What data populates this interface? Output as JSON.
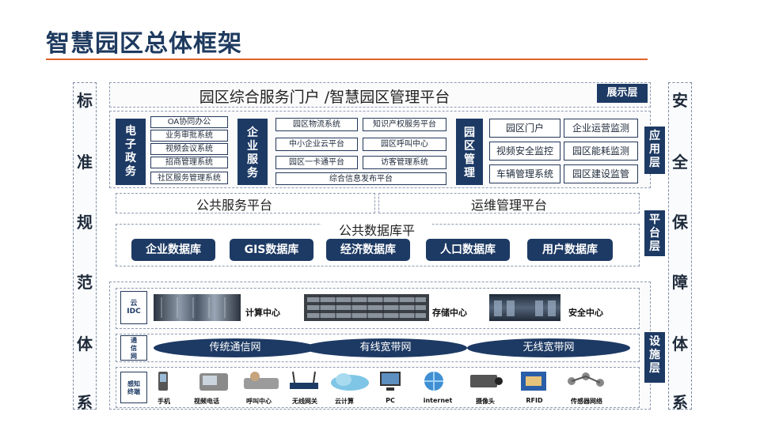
{
  "title": "智慧园区总体框架",
  "left_column": [
    "标",
    "准",
    "规",
    "范",
    "体",
    "系"
  ],
  "right_column": [
    "安",
    "全",
    "保",
    "障",
    "体",
    "系"
  ],
  "portal": {
    "title": "园区综合服务门户 /智慧园区管理平台",
    "layer": "展示层"
  },
  "application": {
    "layer": "应用层",
    "e_gov": {
      "label": "电子政务",
      "items": [
        "OA协同办公",
        "业务审批系统",
        "视频会议系统",
        "招商管理系统",
        "社区服务管理系统"
      ]
    },
    "enterprise": {
      "label": "企业服务",
      "items": [
        "园区物流系统",
        "知识产权服务平台",
        "中小企业云平台",
        "园区呼叫中心",
        "园区一卡通平台",
        "访客管理系统",
        "综合信息发布平台"
      ]
    },
    "park": {
      "label": "园区管理",
      "items": [
        "园区门户",
        "企业运营监测",
        "视频安全监控",
        "园区能耗监测",
        "车辆管理系统",
        "园区建设监管"
      ]
    }
  },
  "platform": {
    "layer": "平台层",
    "public_service": "公共服务平台",
    "ops": "运维管理平台",
    "database_title": "公共数据库平",
    "databases": [
      "企业数据库",
      "GIS数据库",
      "经济数据库",
      "人口数据库",
      "用户数据库"
    ]
  },
  "infrastructure": {
    "layer": "设施层",
    "idc_tag": "云IDC",
    "idc_items": [
      "计算中心",
      "存储中心",
      "安全中心"
    ],
    "net_tag": "通信网",
    "networks": [
      "传统通信网",
      "有线宽带网",
      "无线宽带网"
    ],
    "sense_tag": "感知终端",
    "devices": [
      "手机",
      "视频电话",
      "呼叫中心",
      "无线网关",
      "云计算",
      "PC",
      "internet",
      "摄像头",
      "RFID",
      "传感器网络"
    ]
  },
  "colors": {
    "navy": "#1d3a64",
    "accent": "#e2622b"
  }
}
